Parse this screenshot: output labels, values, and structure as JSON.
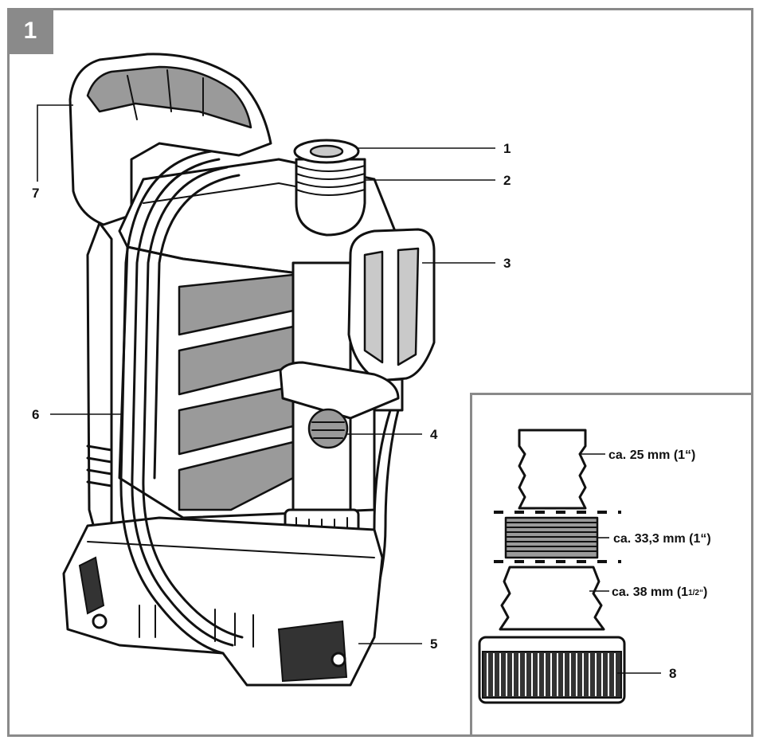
{
  "figure": {
    "number": "1"
  },
  "callouts": [
    {
      "id": "1",
      "label": "1"
    },
    {
      "id": "2",
      "label": "2"
    },
    {
      "id": "3",
      "label": "3"
    },
    {
      "id": "4",
      "label": "4"
    },
    {
      "id": "5",
      "label": "5"
    },
    {
      "id": "6",
      "label": "6"
    },
    {
      "id": "7",
      "label": "7"
    },
    {
      "id": "8",
      "label": "8"
    }
  ],
  "inset": {
    "dimensions": [
      {
        "label": "ca. 25 mm (1“)"
      },
      {
        "label": "ca. 33,3 mm (1“)"
      },
      {
        "label": "ca. 38 mm (1",
        "fraction": "1/2“",
        "close": ")"
      }
    ]
  },
  "colors": {
    "frame": "#8a8a8a",
    "outline": "#111111",
    "fill_dark": "#9a9a9a",
    "fill_light": "#c9c9c9"
  }
}
